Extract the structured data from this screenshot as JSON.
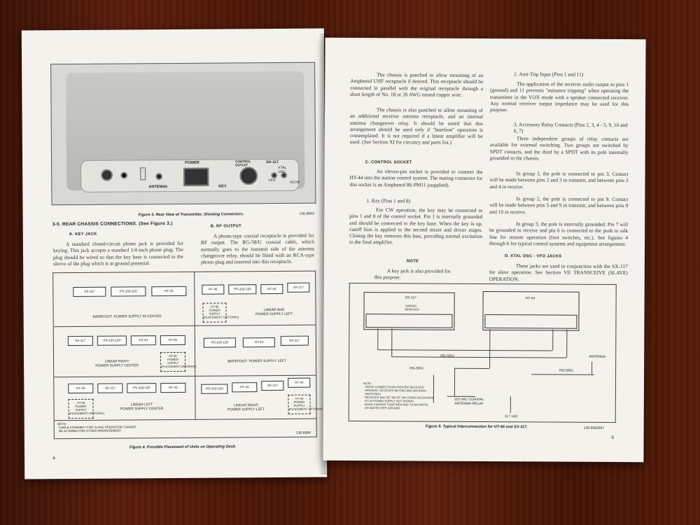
{
  "left_page": {
    "photo": {
      "label_power": "POWER",
      "label_control": "CONTROL\nOUTLET",
      "label_sx117": "SX-117",
      "label_antenna": "ANTENNA",
      "label_key": "KEY",
      "label_vfo": "VFO",
      "label_xtal": "XTAL\nOSC",
      "label_rcve": "RCVE"
    },
    "figure3_caption": "Figure 3.  Rear View of Transmitter, Showing Connectors.",
    "figure3_code": "136-8683",
    "section_title": "3-5.    REAR CHASSIS CONNECTIONS.  (See Figure 3.)",
    "sub_a": "A.     KEY JACK",
    "para_a": "A standard closed-circuit phone jack is provided for keying. This jack accepts a standard 1/4-inch phone plug. The plug should be wired so that the key base is connected to the sleeve of the plug which is at ground potential.",
    "sub_b": "B.     RF OUTPUT",
    "para_b": "A phono-type coaxial receptacle is provided for RF output. The RG-58/U coaxial cable, which normally goes to the transmit side of the antenna changeover relay, should be fitted with an RCA-type phono plug and inserted into this receptacle.",
    "layouts": {
      "l1": {
        "units": [
          "SX-117",
          "PS-150-120",
          "HT-44"
        ],
        "caption": "BAREFOOT- POWER SUPPLY IN CENTER"
      },
      "l2": {
        "units": [
          "HT-45",
          "PS-150-120",
          "HT-44",
          "SX-117"
        ],
        "optional": "HT-45\nPOWER\nSUPPLY\n(PLACEMENT OPTIONAL)",
        "caption": "LINEAR AND\nPOWER SUPPLY LEFT"
      },
      "l3": {
        "units": [
          "SX-117",
          "PS-150-120",
          "HT-44",
          "HT-45"
        ],
        "optional": "HT-45\nPOWER\nSUPPLY\n(PLACEMENT OPTIONAL)",
        "caption": "LINEAR RIGHT\nPOWER SUPPLY CENTER"
      },
      "l4": {
        "units": [
          "PS-150-120",
          "HT-44",
          "SX-117"
        ],
        "caption": "BAREFOOT- POWER SUPPLY LEFT"
      },
      "l5": {
        "units": [
          "HT-45",
          "SX-117",
          "PS-150-120",
          "HT-44"
        ],
        "optional": "HT-45\nPOWER\nSUPPLY\n(PLACEMENT OPTIONAL)",
        "caption": "LINEAR LEFT\nPOWER SUPPLY CENTER"
      },
      "l6": {
        "units": [
          "PS-150-120",
          "HT-44",
          "SX-117",
          "HT-45"
        ],
        "optional": "HT-45\nPOWER\nSUPPLY\n(PLACEMENT OPTIONAL)",
        "caption": "LINEAR RIGHT\nPOWER SUPPLY LEFT"
      }
    },
    "figure4_note": "NOTE:\n  CABLE ASSEMBLY FOR SLAVE OPERATION CANNOT\n  BE ALTERED FOR OTHER ARRANGEMENT.",
    "figure4_code": "136-8684",
    "figure4_caption": "Figure 4.  Possible Placement of Units on Operating Desk.",
    "page_number": "4-"
  },
  "right_page": {
    "col1_p1": "The chassis is punched to allow mounting of an Amphenol UHF receptacle if desired. This receptacle should be connected in parallel with the original receptacle through a short length of No. 18 or 20 AWG tinned copper wire.",
    "col1_p2": "The chassis is also punched to allow mounting of an additional receiver antenna receptacle, and an internal antenna changeover relay. It should be noted that this arrangement should be used only if \"barefoot\" operation is contemplated. It is not required if a linear amplifier will be used. (See Section XI for circuitry and parts list.)",
    "sub_c": "C.     CONTROL SOCKET",
    "col1_p3": "An eleven-pin socket is provided to connect the HT-44 into the station control system. The mating connector for this socket is an Amphenol 86-PM11 (supplied).",
    "sub_c1": "1.     Key (Pins 1 and 8)",
    "col1_p4": "For CW operation, the key may be connected to pins 1 and 8 of the control socket. Pin 1 is internally grounded and should be connected to the key base. When the key is up, cutoff bias is applied to the second mixer and driver stages. Closing the key removes this bias, providing normal excitation to the final amplifier.",
    "note_title": "NOTE",
    "note_text": "A key jack is also provided for this purpose.",
    "sub_c2": "2.     Anti-Trip Input (Pins 1 and 11)",
    "col2_p1": "The application of the receiver audio output to pins 1 (ground) and 11 prevents \"nuisance tripping\" when operating the transmitter in the VOX mode with a speaker connected receiver. Any normal receiver output impedance may be used for this purpose.",
    "sub_c3": "3.     Accessory Relay Contacts (Pins 2, 3, 4 - 5, 9, 10 and 6, 7)",
    "col2_p2": "Three independent groups of relay contacts are available for external switching. Two groups are switched by SPDT contacts, and the third by a SPDT with its pole internally grounded to the chassis.",
    "col2_p3": "In group 1, the pole is connected to pin 3. Contact will be made between pins 2 and 3 in transmit, and between pins 3 and 4 in receive.",
    "col2_p4": "In group 2, the pole is connected to pin 9. Contact will be made between pins 5 and 9 in transmit, and between pins 9 and 10 in receive.",
    "col2_p5": "In group 3, the pole is internally grounded. Pin 7 will be grounded in receive and pin 6 is connected to the push to talk line for remote operation (foot switches, etc.). See figures 4 through 6 for typical control systems and equipment arrangement.",
    "sub_d": "D.     XTAL OSC - VFO JACKS",
    "col2_p6": "These jacks are used in conjunction with the SX-117 for slave operation. See Section VII TRANSCEIVE (SLAVE) OPERATION.",
    "fig5": {
      "sx117": "SX-117",
      "ht44": "HT-44",
      "jumper": "JUMPER\nREMOVED",
      "relay": "115 VAC COAXIAL\nANTENNA RELAY",
      "antenna": "ANTENNA",
      "rg58a": "RG-58/U",
      "rg58b": "RG-58/U",
      "rg58c": "RG-58/U",
      "vac": "117 VAC",
      "note": "NOTE:\n  THESE CONNECTIONS PROVIDE RECEIVER\n  SPEAKER, RECEIVER MUTING AND ANTENNA\n  SWITCHING.\n  RECEIVER MAY BE \"MUTE\" ON OTHER RECEIVERS.\n  HT-44 POWER SUPPLY NOT SHOWN.\n  BOND CHASSIS TOGETHER AND TO AN EARTH\n  OR WATER PIPE GROUND."
    },
    "figure5_caption": "Figure 5.  Typical Interconnection for HT-44 and SX-117.",
    "figure5_code": "136-8682867",
    "page_number": "-5"
  }
}
